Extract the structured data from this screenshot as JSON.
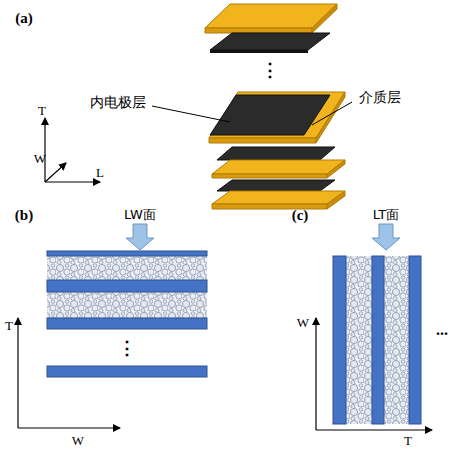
{
  "diagram": {
    "labels": [
      "(a)",
      "内电极层",
      "介质层",
      "⋮",
      "T",
      "W",
      "L",
      "(b)",
      "LW面",
      "T",
      "⋮",
      "W",
      "(c)",
      "LT面",
      "W",
      "T",
      "..."
    ]
  }
}
